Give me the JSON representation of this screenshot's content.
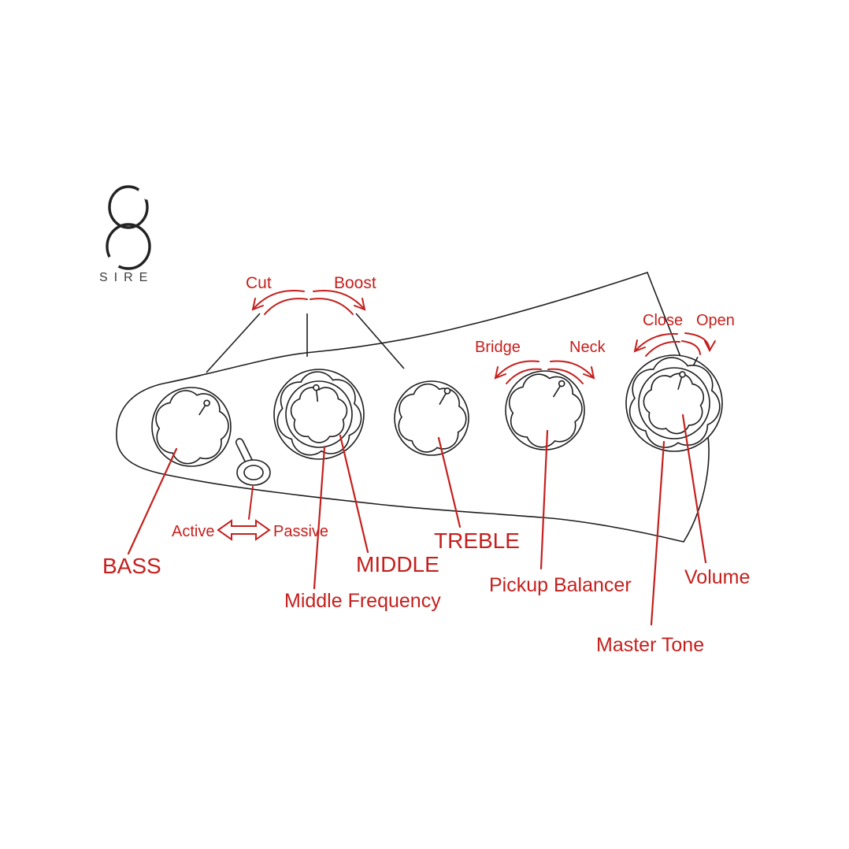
{
  "brand": {
    "name": "SIRE"
  },
  "colors": {
    "annotation_red": "#c5201d",
    "outline_black": "#1d1d1d",
    "background": "#ffffff"
  },
  "knob_labels": {
    "bass": "BASS",
    "middle": "MIDDLE",
    "middle_frequency": "Middle Frequency",
    "treble": "TREBLE",
    "pickup_balancer": "Pickup Balancer",
    "volume": "Volume",
    "master_tone": "Master Tone"
  },
  "range_annotations": {
    "cut": "Cut",
    "boost": "Boost",
    "bridge": "Bridge",
    "neck": "Neck",
    "close": "Close",
    "open": "Open",
    "active": "Active",
    "passive": "Passive"
  }
}
